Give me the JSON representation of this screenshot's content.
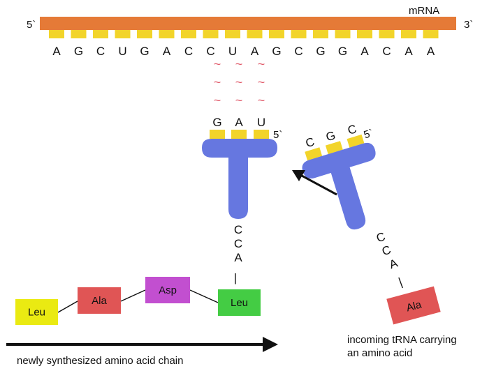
{
  "mrna": {
    "label": "mRNA",
    "five_prime": "5`",
    "three_prime": "3`",
    "bases": [
      "A",
      "G",
      "C",
      "U",
      "G",
      "A",
      "C",
      "C",
      "U",
      "A",
      "G",
      "C",
      "G",
      "G",
      "A",
      "C",
      "A",
      "A"
    ],
    "pairing_mark": "~"
  },
  "trna_bound": {
    "anticodon": [
      "G",
      "A",
      "U"
    ],
    "five_prime": "5`",
    "tail": [
      "C",
      "C",
      "A"
    ],
    "link": "|"
  },
  "trna_incoming": {
    "anticodon": [
      "C",
      "G",
      "C"
    ],
    "five_prime": "5`",
    "tail": [
      "C",
      "C",
      "A"
    ],
    "link": "|",
    "amino_acid": "Ala"
  },
  "chain": {
    "amino_acids": [
      {
        "name": "Leu",
        "color": "#eaea12"
      },
      {
        "name": "Ala",
        "color": "#e05555"
      },
      {
        "name": "Asp",
        "color": "#c24fd0"
      },
      {
        "name": "Leu",
        "color": "#44cc44"
      }
    ],
    "label": "newly synthesized amino acid chain"
  },
  "incoming_caption": [
    "incoming tRNA carrying",
    "an amino acid"
  ],
  "colors": {
    "mrna_strand": "#e57a37",
    "base_tab": "#f2d42a",
    "trna_body": "#6677e0",
    "pairing": "#e05a6a",
    "incoming_amino": "#e05555"
  }
}
